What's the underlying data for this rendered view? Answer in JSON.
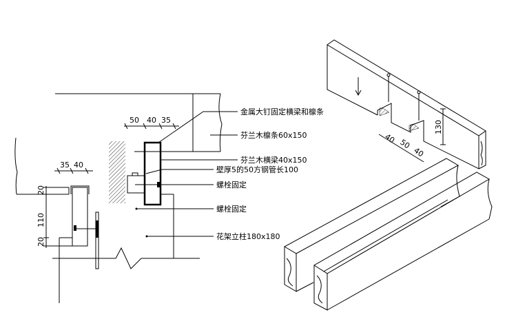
{
  "section_view": {
    "callouts": [
      {
        "id": "nail",
        "text": "金属大钉固定横梁和檩条"
      },
      {
        "id": "purlin",
        "text": "芬兰木檩条60x150"
      },
      {
        "id": "beam",
        "text": "芬兰木横梁40x150"
      },
      {
        "id": "steel_tube",
        "text": "壁厚5的50方钢管长100"
      },
      {
        "id": "bolt1",
        "text": "螺栓固定"
      },
      {
        "id": "bolt2",
        "text": "螺栓固定"
      },
      {
        "id": "post",
        "text": "花架立柱180x180"
      }
    ],
    "top_dimensions": [
      "50",
      "40",
      "35"
    ]
  },
  "side_view": {
    "top_dimensions": [
      "35",
      "40"
    ],
    "vertical_dimensions": [
      "20",
      "110",
      "20"
    ]
  },
  "isometric_view": {
    "notch_dimensions": [
      "40",
      "50",
      "40"
    ],
    "height_dimension": "130"
  }
}
